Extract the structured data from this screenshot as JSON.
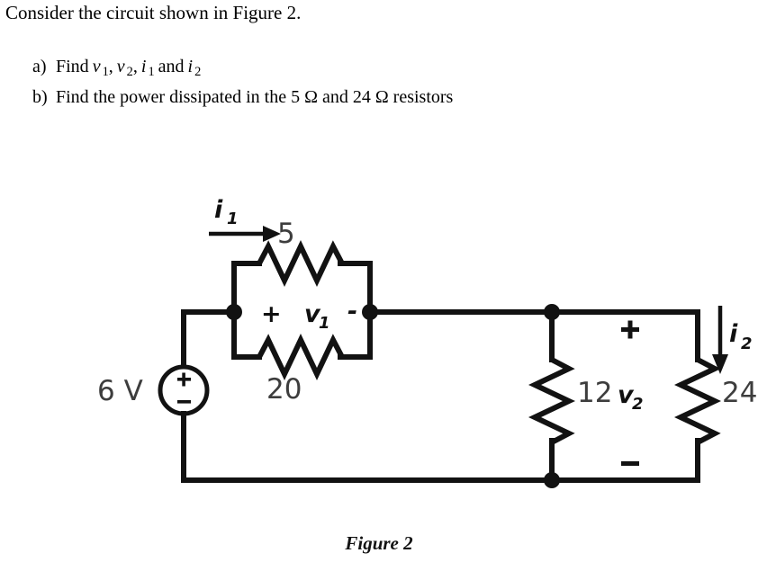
{
  "problem": {
    "intro": "Consider the circuit shown in Figure 2.",
    "items": [
      {
        "marker": "a)",
        "lead": "Find",
        "v1": "v",
        "v1_sub": "1",
        "sep1": ",",
        "v2": "v",
        "v2_sub": "2",
        "sep2": ",",
        "i1": "i",
        "i1_sub": "1",
        "conj": "and",
        "i2": "i",
        "i2_sub": "2",
        "full_text": "Find v 1, v 2, i 1 and i 2"
      },
      {
        "marker": "b)",
        "full_text": "Find the power dissipated in the 5 Ω and 24 Ω resistors"
      }
    ]
  },
  "figure": {
    "caption": "Figure 2",
    "labels": {
      "source": "6 V",
      "source_plus": "+",
      "source_minus": "−",
      "r5": "5",
      "r20": "20",
      "r12": "12",
      "r24": "24",
      "v1": "v",
      "v1_sub": "1",
      "v1_plus": "+",
      "v1_minus": "-",
      "v2": "v",
      "v2_sub": "2",
      "v2_plus": "+",
      "v2_minus": "-",
      "i1": "i",
      "i1_sub": "1",
      "i2": "i",
      "i2_sub": "2"
    },
    "colors": {
      "wire": "#121212",
      "value_label": "#3d3d3d",
      "variable_label": "#101010",
      "background": "#ffffff"
    }
  }
}
